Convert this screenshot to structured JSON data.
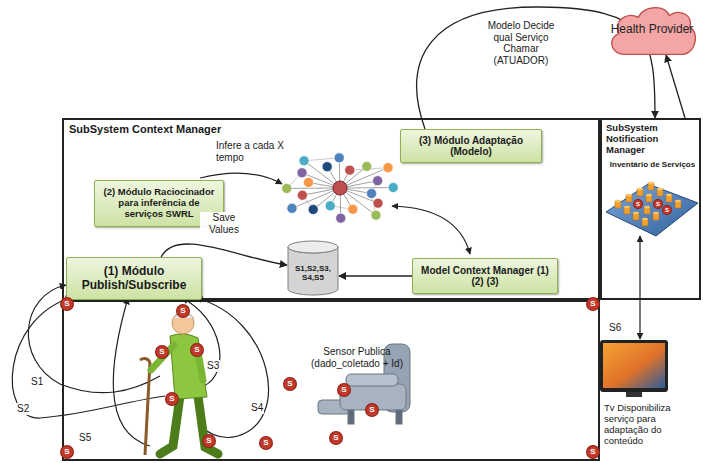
{
  "diagram": {
    "nodes": [
      {
        "text": [
          "SubSystem Context Manager"
        ]
      },
      {
        "text": [
          "(2) Módulo Raciocinador para inferência de serviços SWRL"
        ],
        "in": 0
      },
      {
        "text": [
          "(3) Módulo Adaptação (Modelo)"
        ],
        "in": 0
      },
      {
        "text": [
          "(1) Módulo Publish/Subscribe"
        ],
        "in": 0
      },
      {
        "text": [
          "S1,S2,S3, S4,S5"
        ],
        "in": 0
      },
      {
        "text": [
          "Model Context Manager (1) (2) (3)"
        ],
        "in": 0
      },
      {
        "text": [
          "SubSystem Notification Manager",
          "Inventário de Serviços"
        ]
      },
      {
        "text": [
          "Health Provider"
        ]
      },
      {
        "text": [
          "Sensor Publica (dado_coletado + Id)"
        ]
      }
    ],
    "edges": [
      {
        "from": 3,
        "to": 4,
        "label": "Save Values",
        "arrow": "to"
      },
      {
        "from": 5,
        "to": 4,
        "arrow": "to"
      },
      {
        "from": 2,
        "to": 6,
        "label": "Modelo Decide qual Serviço Chamar (ATUADOR)",
        "arrow": "to"
      },
      {
        "from": 6,
        "to": 7,
        "arrow": "to"
      }
    ],
    "labels": [
      "Infere a cada X tempo",
      "S1",
      "S2",
      "S3",
      "S4",
      "S5",
      "S6",
      "Tv Disponibiliza serviço para adaptação do conteúdo",
      "S",
      "S",
      "S",
      "S",
      "S",
      "S",
      "S",
      "S",
      "S",
      "S",
      "S",
      "S",
      "S",
      "S",
      "S",
      "S",
      "S"
    ]
  }
}
